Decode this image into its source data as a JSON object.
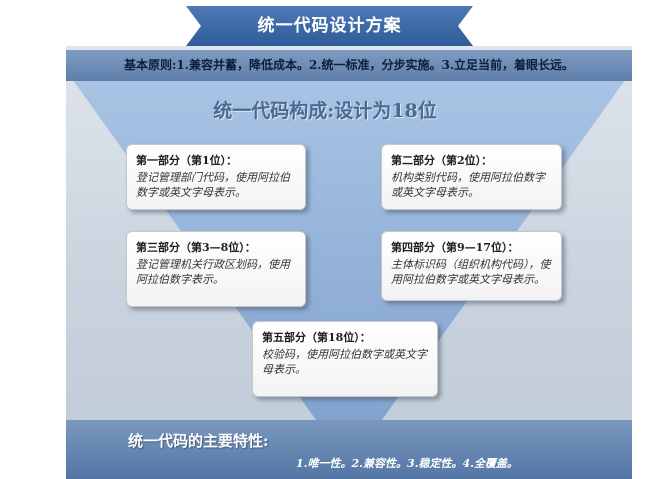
{
  "header": {
    "title": "统一代码设计方案",
    "principle": "基本原则:1.兼容并蓄，降低成本。2.统一标准，分步实施。3.立足当前，着眼长远。",
    "subtitle": "统一代码构成:设计为18位"
  },
  "parts": [
    {
      "title": "第一部分（第1位）：",
      "desc": "登记管理部门代码，使用阿拉伯数字或英文字母表示。"
    },
    {
      "title": "第二部分（第2位）：",
      "desc": "机构类别代码，使用阿拉伯数字或英文字母表示。"
    },
    {
      "title": "第三部分（第3—8位）：",
      "desc": "登记管理机关行政区划码，使用阿拉伯数字表示。"
    },
    {
      "title": "第四部分（第9—17位）：",
      "desc": "主体标识码（组织机构代码），使用阿拉伯数字或英文字母表示。"
    },
    {
      "title": "第五部分（第18位）：",
      "desc": "校验码，使用阿拉伯数字或英文字母表示。"
    }
  ],
  "footer": {
    "title": "统一代码的主要特性:",
    "features": "1.唯一性。2.兼容性。3.稳定性。4.全覆盖。"
  },
  "colors": {
    "ribbon": "#3f6aa8",
    "bar": "#6685b1",
    "triangle": "#9fbde0",
    "subtitle": "#4a6a93"
  }
}
